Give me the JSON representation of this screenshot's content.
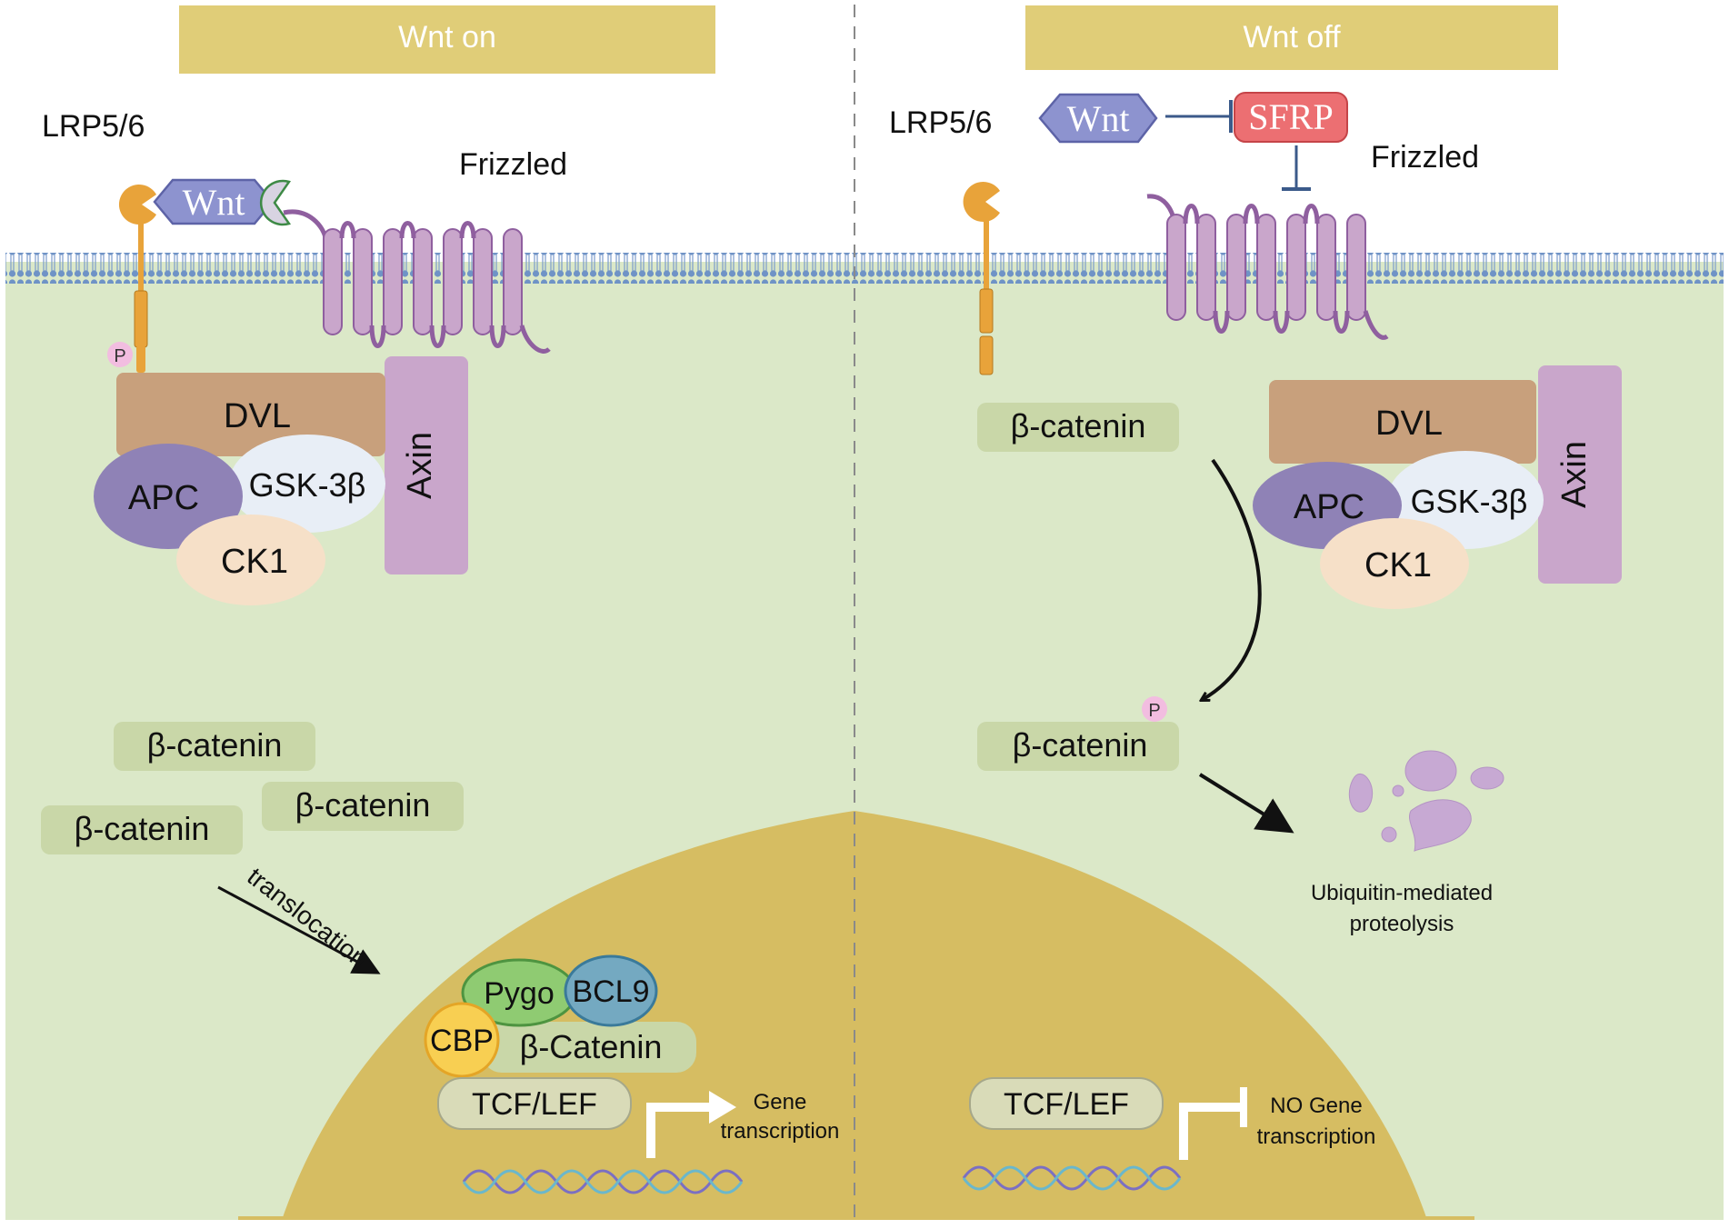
{
  "left": {
    "header": "Wnt on",
    "lrp": "LRP5/6",
    "frizzled": "Frizzled",
    "wnt": "Wnt",
    "phospho": "P",
    "dvl": "DVL",
    "axin": "Axin",
    "apc": "APC",
    "gsk": "GSK-3β",
    "ck1": "CK1",
    "catenins": [
      "β-catenin",
      "β-catenin",
      "β-catenin"
    ],
    "translocation": "translocation",
    "pygo": "Pygo",
    "bcl9": "BCL9",
    "cbp": "CBP",
    "nuclear_catenin": "β-Catenin",
    "tcf": "TCF/LEF",
    "gene_line1": "Gene",
    "gene_line2": "transcription"
  },
  "right": {
    "header": "Wnt off",
    "lrp": "LRP5/6",
    "wnt": "Wnt",
    "sfrp": "SFRP",
    "frizzled": "Frizzled",
    "catenin_free": "β-catenin",
    "dvl": "DVL",
    "axin": "Axin",
    "apc": "APC",
    "gsk": "GSK-3β",
    "ck1": "CK1",
    "phospho": "P",
    "catenin_phos": "β-catenin",
    "proteolysis_line1": "Ubiquitin-mediated",
    "proteolysis_line2": "proteolysis",
    "tcf": "TCF/LEF",
    "nogene_line1": "NO Gene",
    "nogene_line2": "transcription"
  },
  "colors": {
    "header": "#e0cd78",
    "cytoplasm": "#dbe8c8",
    "nucleus": "#d6bd62",
    "membrane": "#6a8fc0",
    "dvl": "#c8a07c",
    "axin": "#c9a6cb",
    "apc": "#8f82b6",
    "gsk": "#e8eef6",
    "ck1": "#f6e0c8",
    "catenin": "#c9d7a8",
    "wnt": "#8d93cf",
    "sfrp": "#ec6f72",
    "pygo": "#8fcb72",
    "bcl9": "#74a9c1",
    "cbp": "#f8cf52",
    "lrp": "#e8a33a",
    "phospho": "#f2bde0"
  }
}
